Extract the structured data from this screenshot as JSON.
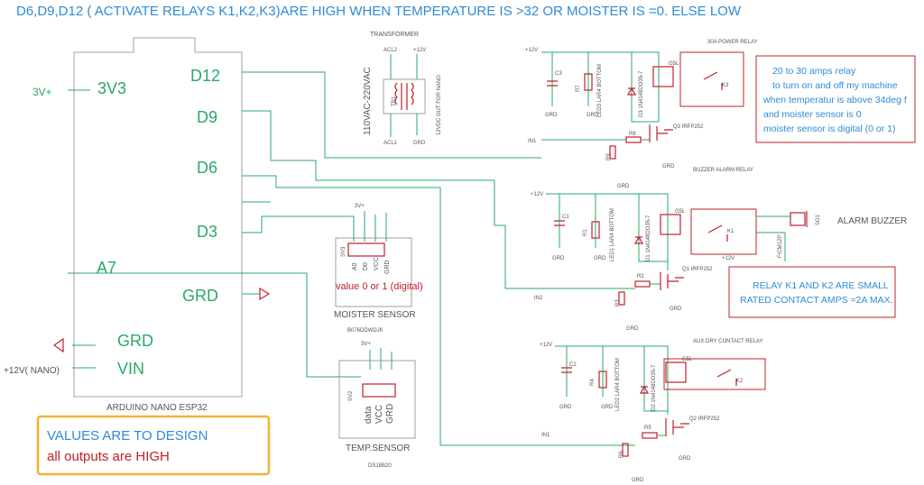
{
  "title": "D6,D9,D12 ( ACTIVATE RELAYS K1,K2,K3)ARE HIGH WHEN TEMPERATURE IS >32 OR MOISTER IS =0.   ELSE LOW",
  "arduino": {
    "name": "ARDUINO NANO ESP32",
    "pins": {
      "d12": "D12",
      "d9": "D9",
      "d6": "D6",
      "d3": "D3",
      "a7": "A7",
      "grd1": "GRD",
      "grd2": "GRD",
      "vin": "VIN",
      "v3v3": "3V3"
    },
    "ext_3v": "3V+",
    "ext_12v": "+12V( NANO)"
  },
  "transformer": {
    "title": "TRANSFORMER",
    "acl2": "ACL2",
    "acl1": "ACL1",
    "v12": "+12V",
    "grd": "GRD",
    "primary": "110VAC-220VAC",
    "secondary": "12VDC OUT FOR NANO",
    "ref": "TR1"
  },
  "moister": {
    "title": "MOISTER SENSOR",
    "part": "B076DDWDJK",
    "v3": "3V+",
    "pins": [
      "A0",
      "D0",
      "VCC",
      "GRD"
    ],
    "ref": "SV3",
    "note": "value 0 or 1 (digital)"
  },
  "temp": {
    "title": "TEMP.SENSOR",
    "part": "DS18B20",
    "v3": "3V+",
    "pins": [
      "data",
      "VCC",
      "GRD"
    ],
    "ref": "SV2"
  },
  "relays": [
    {
      "title": "30A POWER RELAY",
      "cap": "C3",
      "res_led": "R7",
      "led": "LED3 LAR4 BOTTOM",
      "diode": "D3 1N4148DO35-7",
      "relay": "K3",
      "gsl": "G5L",
      "mos": "Q3 IRFP252",
      "res_g": "R8",
      "res_gnd": "R9",
      "in": "IN1",
      "v12": "+12V",
      "grd": "GRD"
    },
    {
      "title": "BUZZER ALARM RELAY",
      "cap": "C1",
      "res_led": "R1",
      "led": "LED1 LAR4 BOTTOM",
      "diode": "D1 1N4148DO35-7",
      "relay": "K1",
      "gsl": "G5L",
      "mos": "Q1 IRFP252",
      "res_g": "R2",
      "res_gnd": "R3",
      "in": "IN2",
      "v12": "+12V",
      "grd": "GRD"
    },
    {
      "title": "AUX.DRY CONTACT RELAY",
      "cap": "C2",
      "res_led": "R4",
      "led": "LED2 LAR4 BOTTOM",
      "diode": "D2 1N4148DO35-7",
      "relay": "K2",
      "gsl": "G5L",
      "mos": "Q2 IRFP252",
      "res_g": "R5",
      "res_gnd": "R6",
      "in": "IN1",
      "v12": "+12V",
      "grd": "GRD"
    }
  ],
  "buzzer": {
    "label": "ALARM BUZZER",
    "ref": "SG1",
    "part": "F/CM12P",
    "v12": "+12V"
  },
  "note_amps": [
    "20 to 30 amps relay",
    "to turn on and off my machine",
    "when temperatur is above 34deg f",
    "and moister sensor is 0",
    "moister sensor is digital (0 or 1)"
  ],
  "note_small": [
    "RELAY K1 AND K2 ARE SMALL",
    "RATED CONTACT AMPS =2A MAX."
  ],
  "design_note": {
    "line1": "VALUES ARE TO DESIGN",
    "line2": "all outputs are HIGH"
  },
  "colors": {
    "accent": "#2e8bd6",
    "wire": "#2aa86a",
    "part": "#c0202a",
    "note_border": "#f2b233"
  }
}
